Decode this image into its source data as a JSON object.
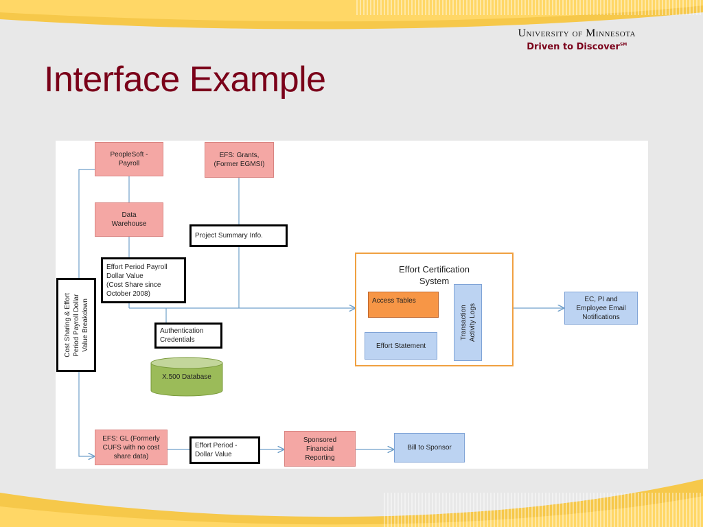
{
  "branding": {
    "university": "University of Minnesota",
    "tagline": "Driven to Discover",
    "tagline_mark": "SM"
  },
  "slide": {
    "title": "Interface Example"
  },
  "diagram": {
    "nodes": {
      "peoplesoft": "PeopleSoft -\nPayroll",
      "efs_grants": "EFS: Grants,\n(Former EGMSI)",
      "data_warehouse": "Data\nWarehouse",
      "project_summary": "Project Summary Info.",
      "effort_period_payroll": "Effort Period Payroll\nDollar Value\n(Cost Share since\nOctober 2008)",
      "cost_sharing": "Cost Sharing & Effort\nPeriod Payroll Dollar\nValue Breakdown",
      "effort_cert_system": "Effort Certification\nSystem",
      "access_tables": "Access Tables",
      "effort_statement": "Effort Statement",
      "transaction_logs": "Transaction\nActivity Logs",
      "email_notifications": "EC, PI and\nEmployee Email\nNotifications",
      "auth_credentials": "Authentication\nCredentials",
      "x500": "X.500 Database",
      "efs_gl": "EFS: GL (Formerly\nCUFS with no cost\nshare data)",
      "effort_period_dollar": "Effort Period -\nDollar Value",
      "sponsored_reporting": "Sponsored\nFinancial\nReporting",
      "bill_sponsor": "Bill to Sponsor"
    },
    "colors": {
      "source_fill": "#f4a7a4",
      "output_fill": "#bcd3f2",
      "access_fill": "#f79646",
      "system_border": "#f0a040",
      "database_fill": "#9bbb59",
      "connector": "#6f9fc9",
      "title": "#7a0019"
    }
  }
}
